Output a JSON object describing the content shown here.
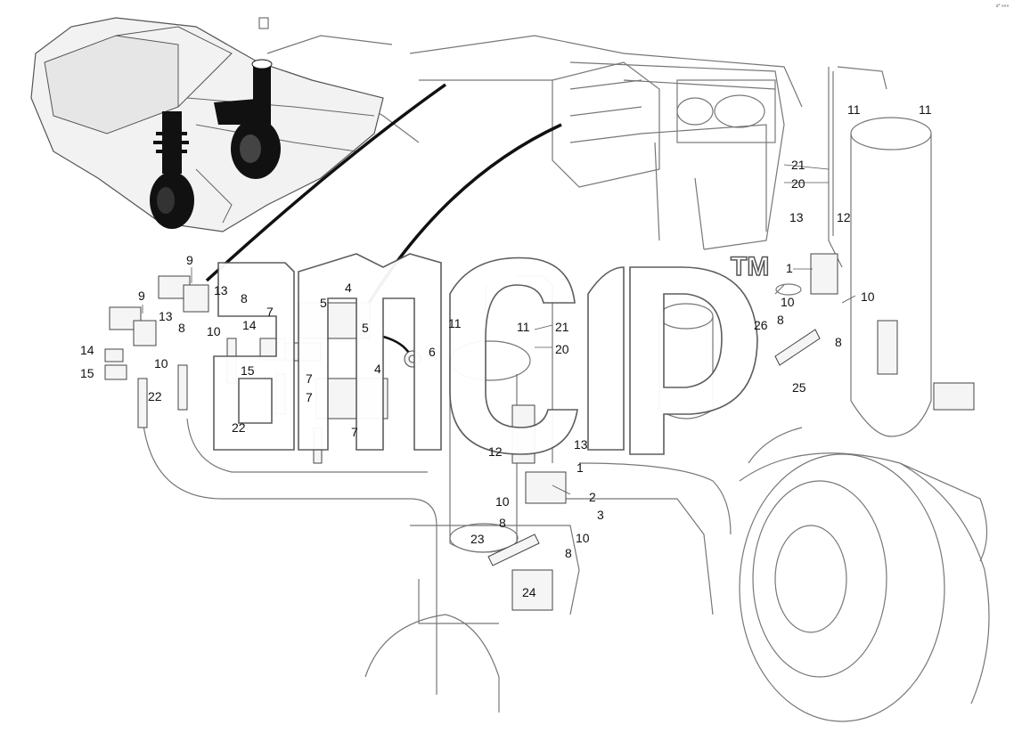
{
  "watermark": {
    "brand": "amcp",
    "tm": "TM"
  },
  "corner_mark": "s° »»»",
  "colors": {
    "line": "#777777",
    "dark": "#111111",
    "watermark_stroke": "#555555"
  },
  "callouts": {
    "c1_top": "1",
    "c1_mid": "1",
    "c2": "2",
    "c3": "3",
    "c4_a": "4",
    "c4_b": "4",
    "c5_a": "5",
    "c5_b": "5",
    "c6": "6",
    "c7_a": "7",
    "c7_b": "7",
    "c7_c": "7",
    "c7_d": "7",
    "c8_a": "8",
    "c8_b": "8",
    "c8_c": "8",
    "c8_d": "8",
    "c8_e": "8",
    "c8_f": "8",
    "c9_a": "9",
    "c9_b": "9",
    "c10_a": "10",
    "c10_b": "10",
    "c10_c": "10",
    "c10_d": "10",
    "c10_e": "10",
    "c10_f": "10",
    "c11_a": "11",
    "c11_b": "11",
    "c11_c": "11",
    "c11_d": "11",
    "c12_a": "12",
    "c12_b": "12",
    "c13_a": "13",
    "c13_b": "13",
    "c13_c": "13",
    "c13_d": "13",
    "c14_a": "14",
    "c14_b": "14",
    "c15_a": "15",
    "c15_b": "15",
    "c20_a": "20",
    "c20_b": "20",
    "c21_a": "21",
    "c21_b": "21",
    "c22_a": "22",
    "c22_b": "22",
    "c23": "23",
    "c24": "24",
    "c25": "25",
    "c26": "26"
  }
}
